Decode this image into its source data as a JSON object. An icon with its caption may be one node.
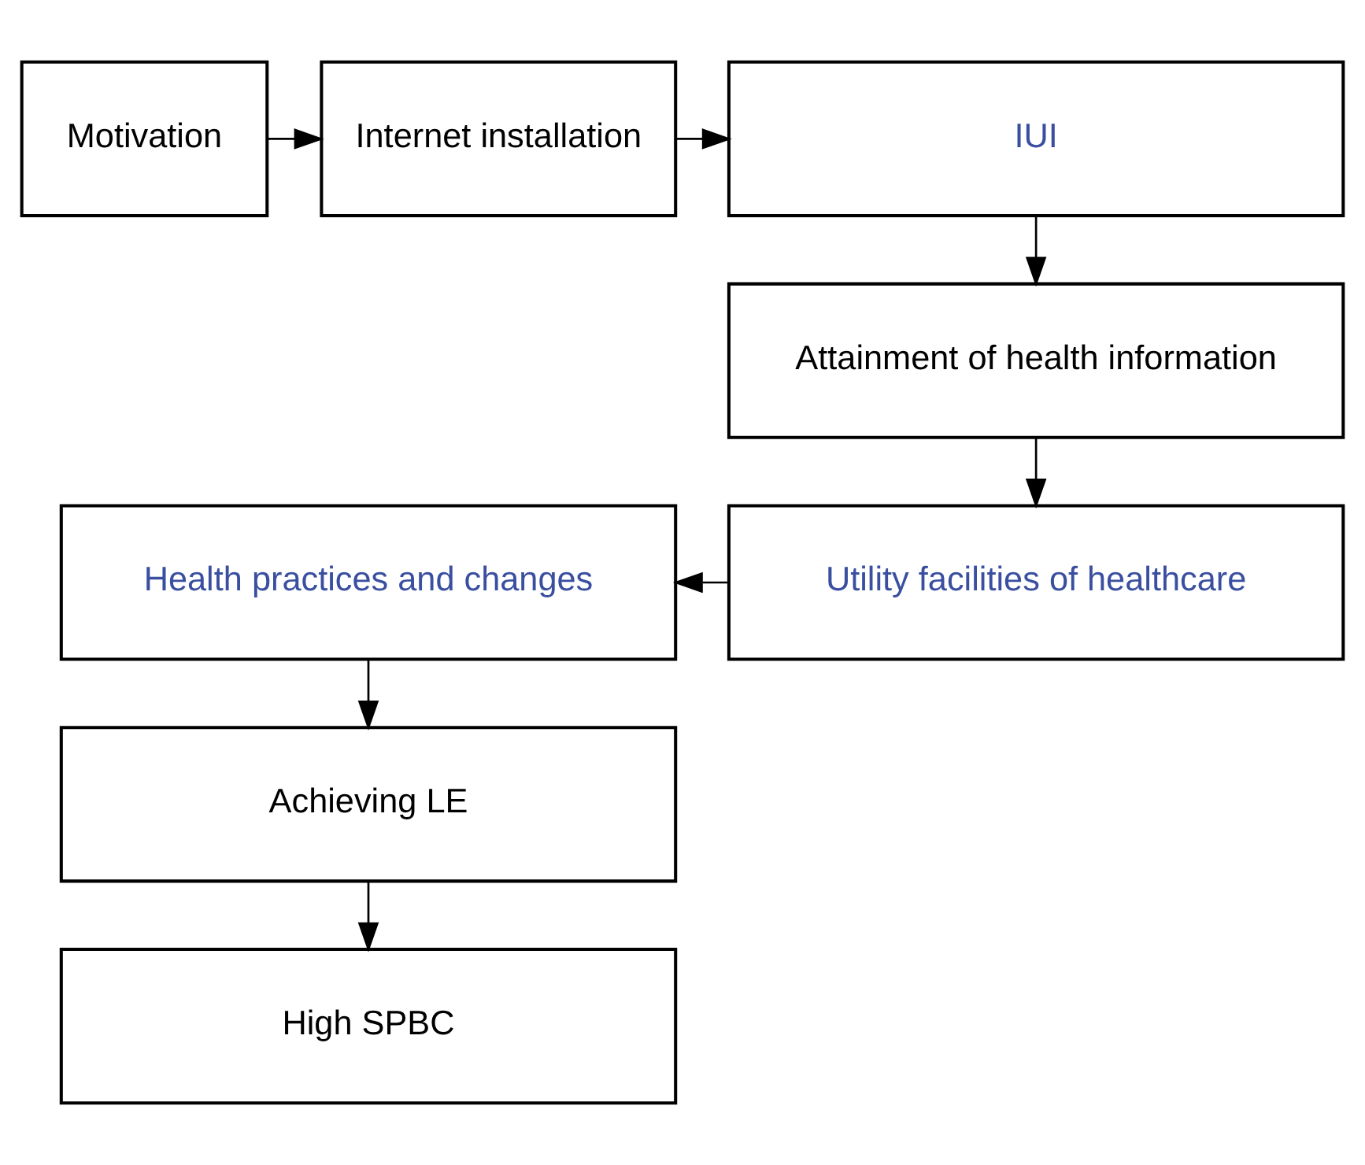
{
  "diagram": {
    "nodes": [
      {
        "text": [
          "Motivation"
        ]
      },
      {
        "text": [
          "Internet installation"
        ]
      },
      {
        "text": [
          "IUI"
        ]
      },
      {
        "text": [
          "Attainment of health information"
        ]
      },
      {
        "text": [
          "Utility facilities of healthcare"
        ]
      },
      {
        "text": [
          "Health practices and changes"
        ]
      },
      {
        "text": [
          "Achieving LE"
        ]
      },
      {
        "text": [
          "High SPBC"
        ]
      }
    ],
    "edges": [
      {
        "from": 0,
        "to": 1,
        "arrow": "to"
      },
      {
        "from": 1,
        "to": 2,
        "arrow": "to"
      },
      {
        "from": 2,
        "to": 3,
        "arrow": "to"
      },
      {
        "from": 3,
        "to": 4,
        "arrow": "to"
      },
      {
        "from": 4,
        "to": 5,
        "arrow": "to"
      },
      {
        "from": 5,
        "to": 6,
        "arrow": "to"
      },
      {
        "from": 6,
        "to": 7,
        "arrow": "to"
      }
    ]
  }
}
